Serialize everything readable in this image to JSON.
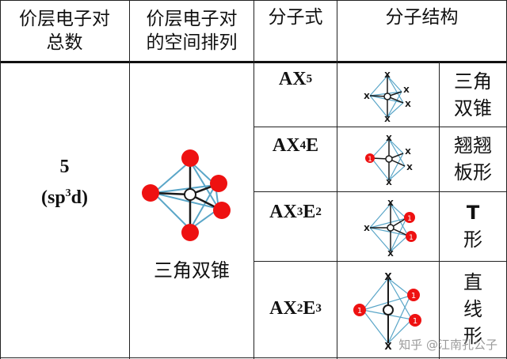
{
  "headers": {
    "pair_count": [
      "价层电子对",
      "总数"
    ],
    "spatial_arrangement": [
      "价层电子对",
      "的空间排列"
    ],
    "formula": "分子式",
    "structure": "分子结构"
  },
  "group": {
    "count": "5",
    "hybrid_open": "(sp",
    "hybrid_exp": "3",
    "hybrid_close": "d)",
    "arrangement": "三角双锥"
  },
  "rows": [
    {
      "formula_parts": [
        "AX",
        "5",
        "",
        ""
      ],
      "shape_lines": [
        "三角",
        "双锥"
      ]
    },
    {
      "formula_parts": [
        "AX",
        "4",
        "E",
        ""
      ],
      "shape_lines": [
        "翘翘",
        "板形"
      ]
    },
    {
      "formula_parts": [
        "AX",
        "3",
        "E",
        "2"
      ],
      "shape_lines": [
        "T",
        "形"
      ]
    },
    {
      "formula_parts": [
        "AX",
        "2",
        "E",
        "3"
      ],
      "shape_lines": [
        "直",
        "线",
        "形"
      ]
    }
  ],
  "diagram_labels": {
    "atom": "X",
    "lone_pair": "1"
  },
  "watermark": "知乎 @江南孔公子",
  "colors": {
    "lone_pair": "#ee1111",
    "bond": "#1a1a1a",
    "frame": "#5aa6c8",
    "line": "#222222"
  }
}
